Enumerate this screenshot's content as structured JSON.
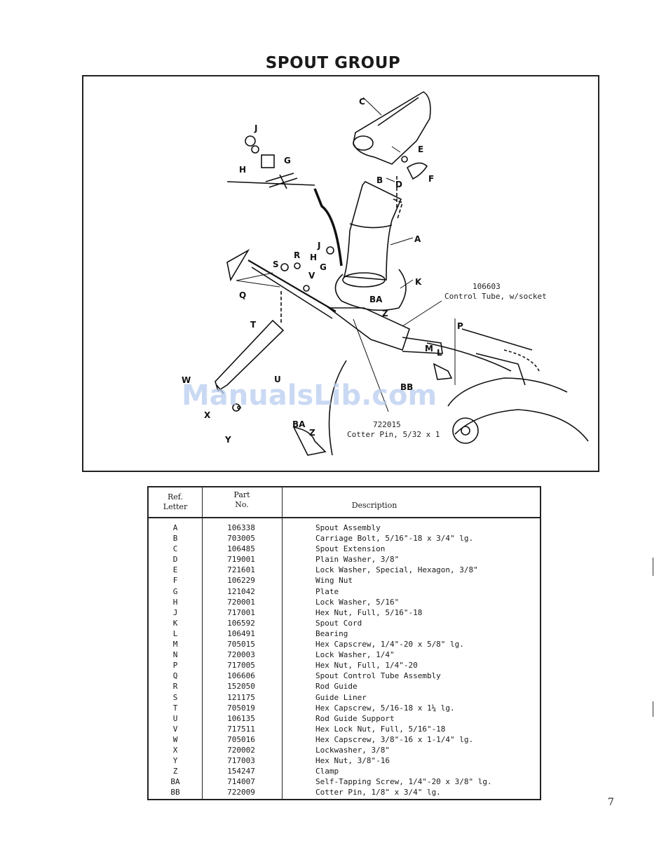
{
  "page": {
    "title": "SPOUT GROUP",
    "page_number": "7"
  },
  "diagram": {
    "watermark": "ManualsLib.com",
    "labels": [
      "C",
      "J",
      "G",
      "H",
      "E",
      "B",
      "D",
      "F",
      "A",
      "R",
      "J",
      "H",
      "G",
      "S",
      "V",
      "K",
      "Q",
      "BA",
      "Z",
      "T",
      "M",
      "L",
      "P",
      "U",
      "W",
      "BB",
      "X",
      "Y",
      "BA",
      "Z"
    ],
    "notes": {
      "control_tube_part": "106603",
      "control_tube_desc": "Control Tube, w/socket",
      "cotter_pin_part": "722015",
      "cotter_pin_desc": "Cotter Pin, 5/32 x 1"
    }
  },
  "table": {
    "headers": {
      "ref_line1": "Ref.",
      "ref_line2": "Letter",
      "part_line1": "Part",
      "part_line2": "No.",
      "description": "Description"
    },
    "rows": [
      {
        "ref": "A",
        "part": "106338",
        "desc": "Spout Assembly"
      },
      {
        "ref": "B",
        "part": "703005",
        "desc": "Carriage Bolt, 5/16\"-18 x 3/4\" lg."
      },
      {
        "ref": "C",
        "part": "106485",
        "desc": "Spout Extension"
      },
      {
        "ref": "D",
        "part": "719001",
        "desc": "Plain Washer, 3/8\""
      },
      {
        "ref": "E",
        "part": "721601",
        "desc": "Lock Washer, Special, Hexagon, 3/8\""
      },
      {
        "ref": "F",
        "part": "106229",
        "desc": "Wing Nut"
      },
      {
        "ref": "G",
        "part": "121042",
        "desc": "Plate"
      },
      {
        "ref": "H",
        "part": "720001",
        "desc": "Lock Washer, 5/16\""
      },
      {
        "ref": "J",
        "part": "717001",
        "desc": "Hex Nut, Full, 5/16\"-18"
      },
      {
        "ref": "K",
        "part": "106592",
        "desc": "Spout Cord"
      },
      {
        "ref": "L",
        "part": "106491",
        "desc": "Bearing"
      },
      {
        "ref": "M",
        "part": "705015",
        "desc": "Hex Capscrew, 1/4\"-20 x 5/8\" lg."
      },
      {
        "ref": "N",
        "part": "720003",
        "desc": "Lock Washer, 1/4\""
      },
      {
        "ref": "P",
        "part": "717005",
        "desc": "Hex Nut, Full, 1/4\"-20"
      },
      {
        "ref": "Q",
        "part": "106606",
        "desc": "Spout Control Tube Assembly"
      },
      {
        "ref": "R",
        "part": "152050",
        "desc": "Rod Guide"
      },
      {
        "ref": "S",
        "part": "121175",
        "desc": "Guide Liner"
      },
      {
        "ref": "T",
        "part": "705019",
        "desc": "Hex Capscrew, 5/16-18 x 1¼ lg."
      },
      {
        "ref": "U",
        "part": "106135",
        "desc": "Rod Guide Support"
      },
      {
        "ref": "V",
        "part": "717511",
        "desc": "Hex Lock Nut, Full, 5/16\"-18"
      },
      {
        "ref": "W",
        "part": "705016",
        "desc": "Hex Capscrew, 3/8\"-16 x 1-1/4\" lg."
      },
      {
        "ref": "X",
        "part": "720002",
        "desc": "Lockwasher, 3/8\""
      },
      {
        "ref": "Y",
        "part": "717003",
        "desc": "Hex Nut, 3/8\"-16"
      },
      {
        "ref": "Z",
        "part": "154247",
        "desc": "Clamp"
      },
      {
        "ref": "BA",
        "part": "714007",
        "desc": "Self-Tapping Screw, 1/4\"-20 x 3/8\" lg."
      },
      {
        "ref": "BB",
        "part": "722009",
        "desc": "Cotter Pin, 1/8\" x 3/4\" lg."
      }
    ]
  }
}
